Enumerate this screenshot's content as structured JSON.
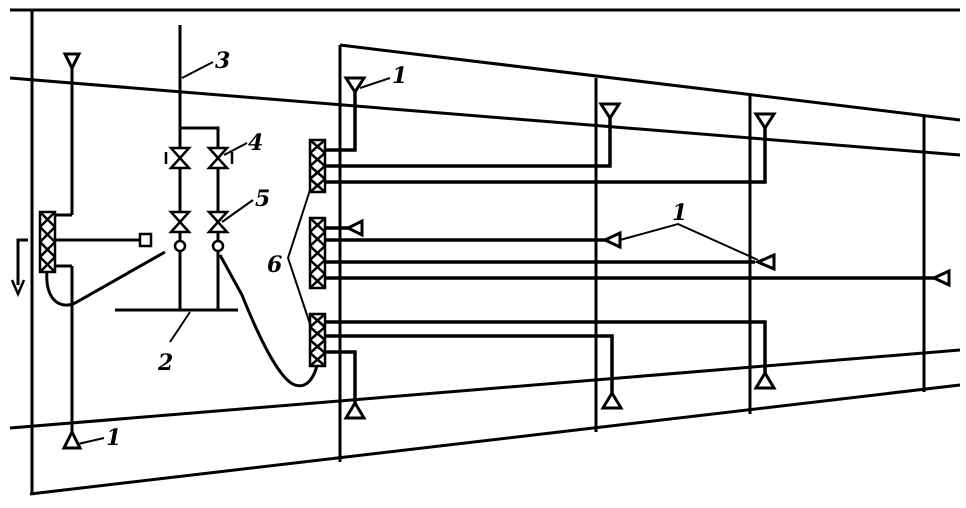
{
  "diagram": {
    "labels": {
      "consumer_1": "1",
      "bus_2": "2",
      "supply_3": "3",
      "valve_4": "4",
      "valve_5": "5",
      "manifold_6": "6"
    },
    "colors": {
      "ink": "#000000",
      "paper": "#ffffff"
    }
  }
}
